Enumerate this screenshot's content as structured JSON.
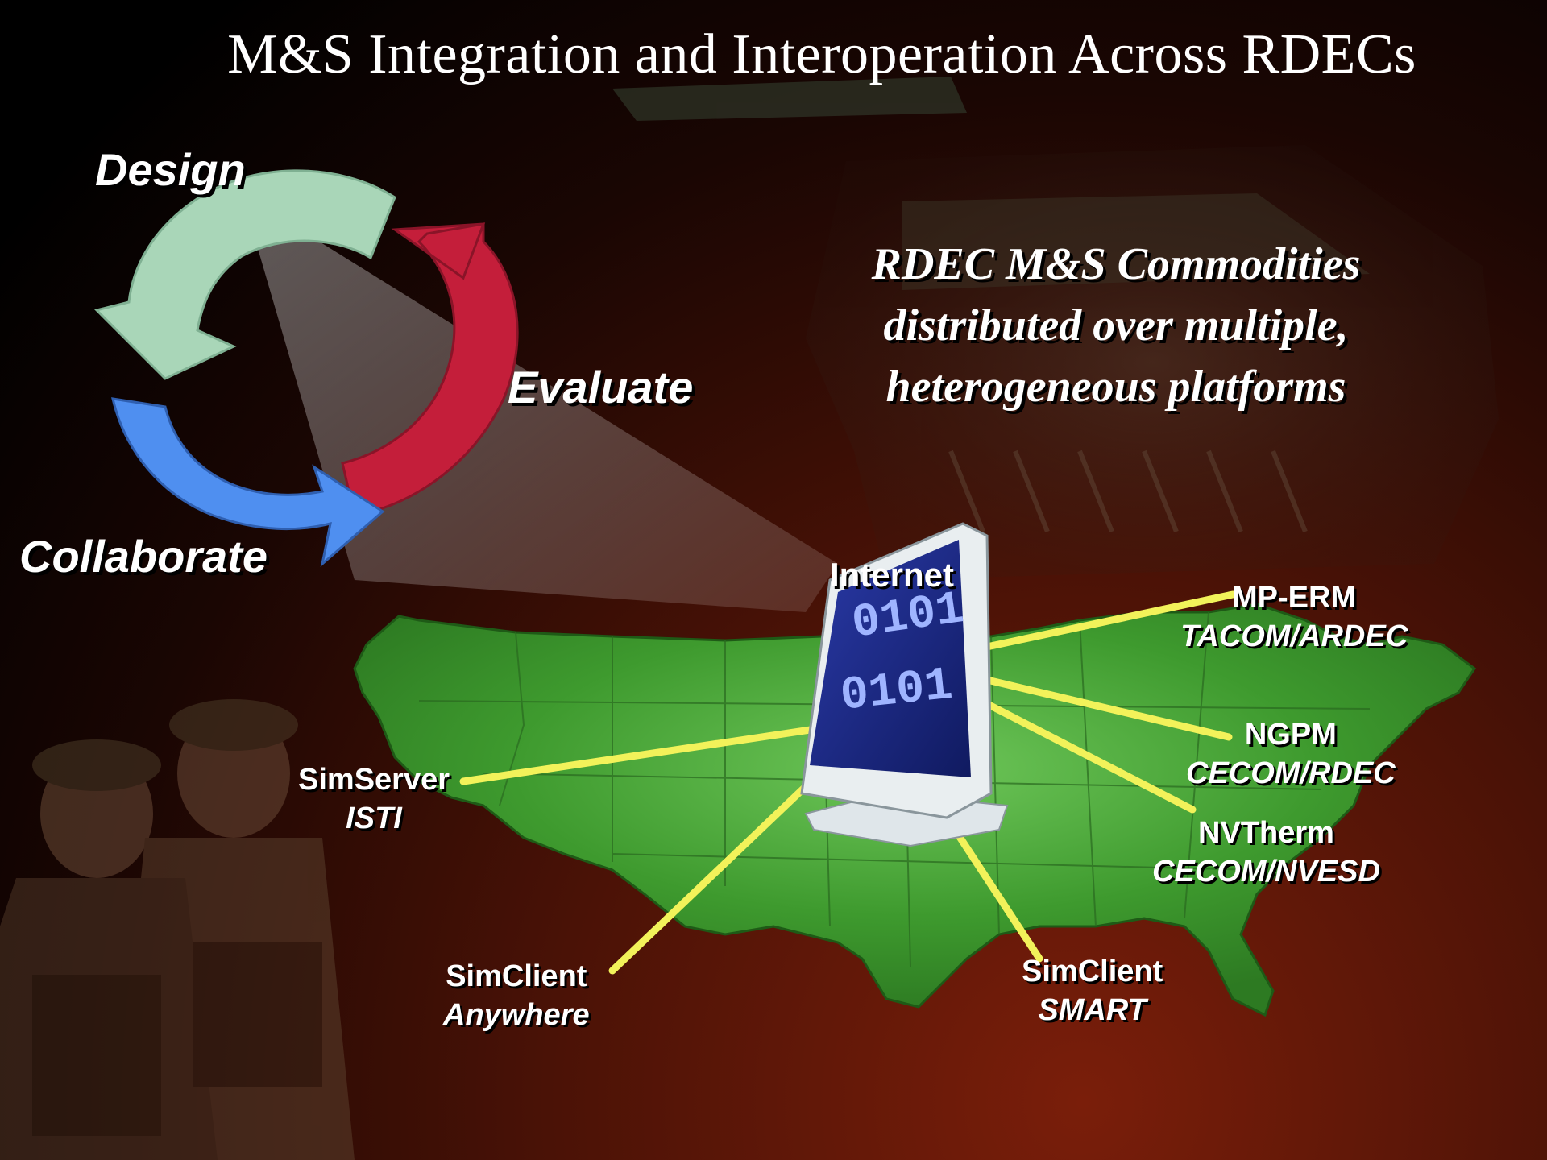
{
  "title": "M&S Integration and Interoperation Across RDECs",
  "subtitle_lines": [
    "RDEC M&S Commodities",
    "distributed over multiple,",
    "heterogeneous platforms"
  ],
  "cycle": {
    "design": "Design",
    "evaluate": "Evaluate",
    "collaborate": "Collaborate"
  },
  "hub": {
    "label": "Internet",
    "screen_text": "0101"
  },
  "nodes": {
    "mp_erm": {
      "name": "MP-ERM",
      "org": "TACOM/ARDEC"
    },
    "ngpm": {
      "name": "NGPM",
      "org": "CECOM/RDEC"
    },
    "nvtherm": {
      "name": "NVTherm",
      "org": "CECOM/NVESD"
    },
    "simserver": {
      "name": "SimServer",
      "org": "ISTI"
    },
    "simclient_anywhere": {
      "name": "SimClient",
      "org": "Anywhere"
    },
    "simclient_smart": {
      "name": "SimClient",
      "org": "SMART"
    }
  },
  "colors": {
    "design_arrow": "#a9d6b8",
    "evaluate_arrow": "#c41e3a",
    "collaborate_arrow": "#4f8ff0",
    "link_line": "#f2f25a",
    "map_green": "#3e9a2e",
    "title_text": "#ffffff"
  }
}
